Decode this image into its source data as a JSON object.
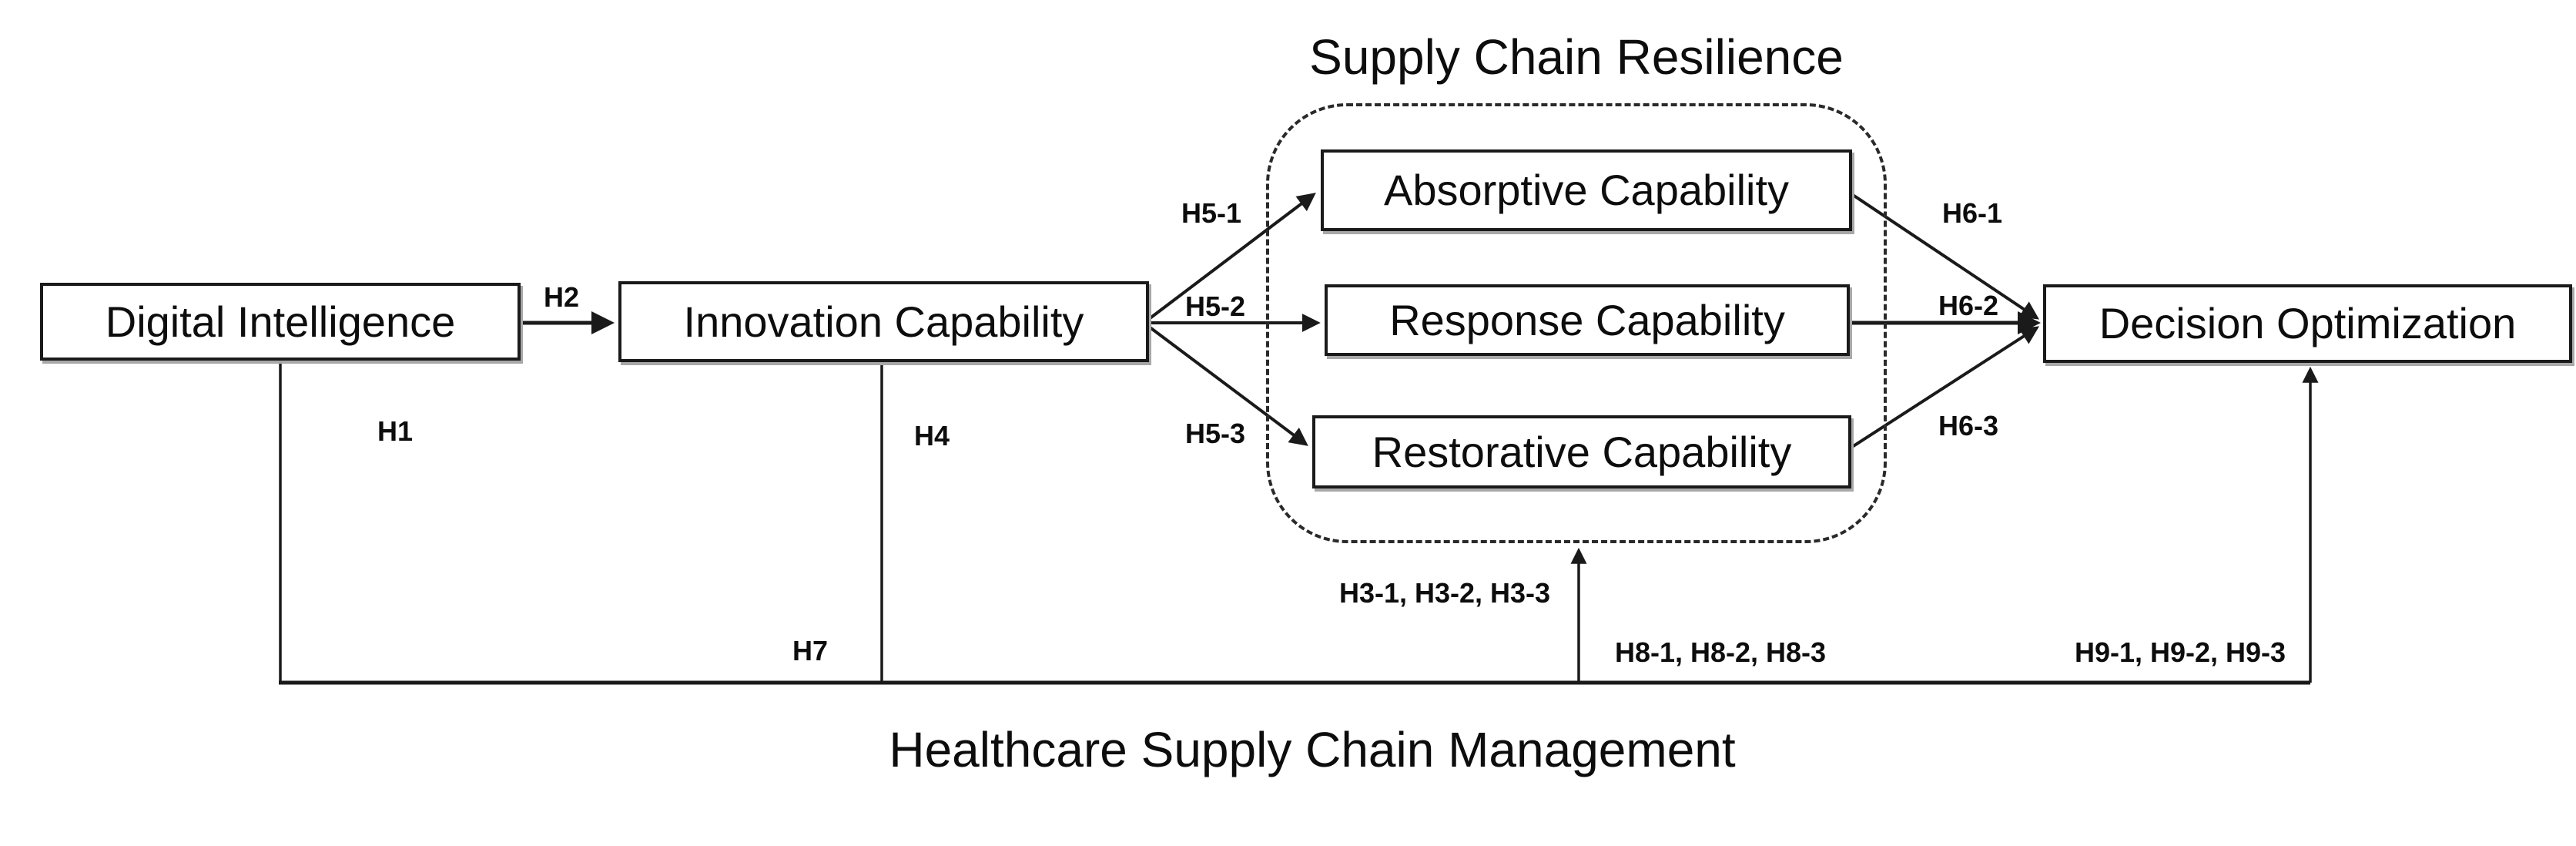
{
  "diagram": {
    "group_title": "Supply Chain Resilience",
    "moderator_label": "Healthcare Supply Chain Management",
    "nodes": {
      "digital_intelligence": "Digital Intelligence",
      "innovation_capability": "Innovation Capability",
      "absorptive_capability": "Absorptive Capability",
      "response_capability": "Response Capability",
      "restorative_capability": "Restorative Capability",
      "decision_optimization": "Decision Optimization"
    },
    "hypotheses": {
      "h1": "H1",
      "h2": "H2",
      "h3": "H3-1, H3-2, H3-3",
      "h4": "H4",
      "h5_1": "H5-1",
      "h5_2": "H5-2",
      "h5_3": "H5-3",
      "h6_1": "H6-1",
      "h6_2": "H6-2",
      "h6_3": "H6-3",
      "h7": "H7",
      "h8": "H8-1, H8-2, H8-3",
      "h9": "H9-1, H9-2, H9-3"
    },
    "colors": {
      "background": "#ffffff",
      "line": "#1a1a1a",
      "box_border": "#1a1a1a",
      "box_fill": "#ffffff",
      "text": "#0d0d0d"
    }
  }
}
